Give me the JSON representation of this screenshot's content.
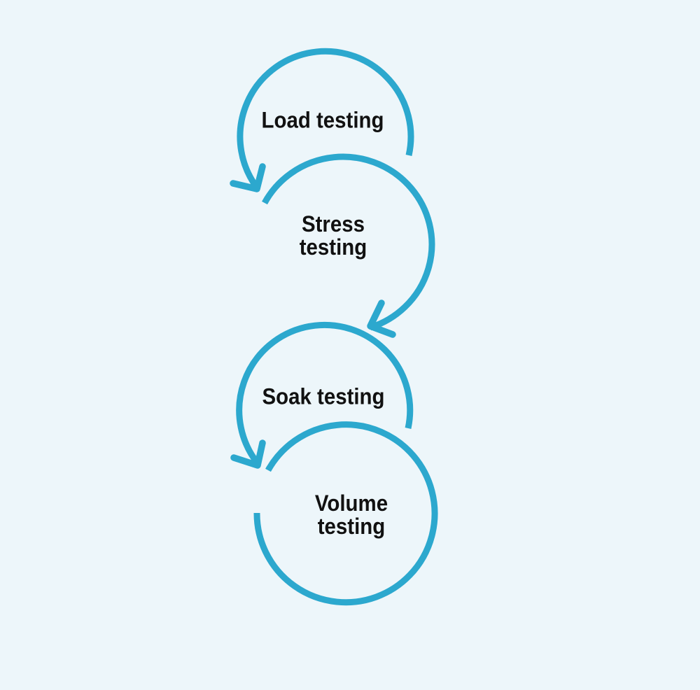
{
  "diagram": {
    "background_color": "#edf6fa",
    "arrow_color": "#2ca8ce",
    "text_color": "#111111",
    "steps": [
      {
        "label": "Load testing",
        "lines": [
          "Load testing"
        ]
      },
      {
        "label": "Stress testing",
        "lines": [
          "Stress",
          "testing"
        ]
      },
      {
        "label": "Soak testing",
        "lines": [
          "Soak testing"
        ]
      },
      {
        "label": "Volume testing",
        "lines": [
          "Volume",
          "testing"
        ]
      }
    ]
  }
}
